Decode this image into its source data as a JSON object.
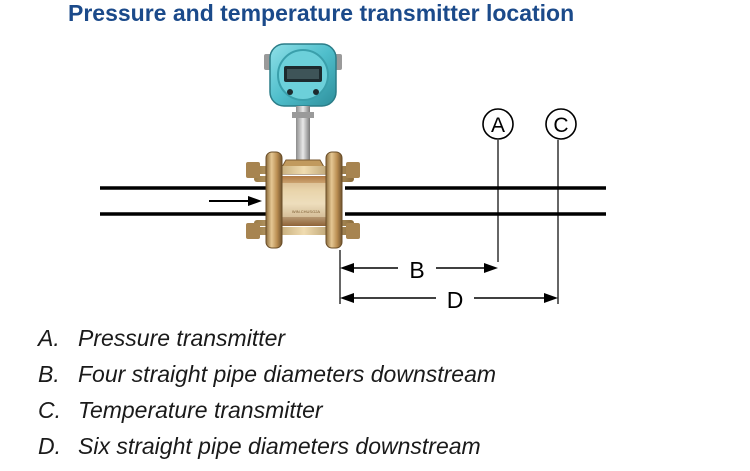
{
  "title": "Pressure and temperature transmitter location",
  "diagram": {
    "marker_a": "A",
    "marker_c": "C",
    "dim_b": "B",
    "dim_d": "D",
    "meter_plate": "WIN.CHUSG2A"
  },
  "legend": [
    {
      "letter": "A.",
      "text": "Pressure transmitter"
    },
    {
      "letter": "B.",
      "text": "Four straight pipe diameters downstream"
    },
    {
      "letter": "C.",
      "text": "Temperature transmitter"
    },
    {
      "letter": "D.",
      "text": "Six straight pipe diameters downstream"
    }
  ],
  "colors": {
    "title": "#1b4a8a",
    "transmitter_head": "#5ec4cf",
    "flange": "#c9a46a",
    "pipe": "#000000"
  }
}
